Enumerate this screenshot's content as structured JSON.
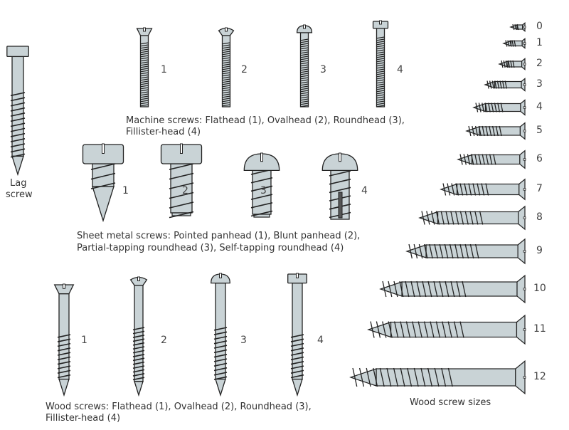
{
  "lag_screw": {
    "label_line1": "Lag",
    "label_line2": "screw"
  },
  "machine_screws": {
    "numbers": [
      "1",
      "2",
      "3",
      "4"
    ],
    "caption_line1": "Machine screws: Flathead (1), Ovalhead (2), Roundhead (3),",
    "caption_line2": "Fillister-head (4)"
  },
  "sheet_metal_screws": {
    "numbers": [
      "1",
      "2",
      "3",
      "4"
    ],
    "caption_line1": "Sheet metal screws: Pointed panhead (1), Blunt panhead (2),",
    "caption_line2": "Partial-tapping roundhead (3), Self-tapping roundhead (4)"
  },
  "wood_screws": {
    "numbers": [
      "1",
      "2",
      "3",
      "4"
    ],
    "caption_line1": "Wood screws: Flathead (1), Ovalhead (2), Roundhead (3),",
    "caption_line2": "Fillister-head (4)"
  },
  "wood_screw_sizes": {
    "caption": "Wood screw sizes",
    "sizes": [
      "0",
      "1",
      "2",
      "3",
      "4",
      "5",
      "6",
      "7",
      "8",
      "9",
      "10",
      "11",
      "12"
    ]
  },
  "colors": {
    "metal": "#c9d3d6",
    "outline": "#222222"
  }
}
